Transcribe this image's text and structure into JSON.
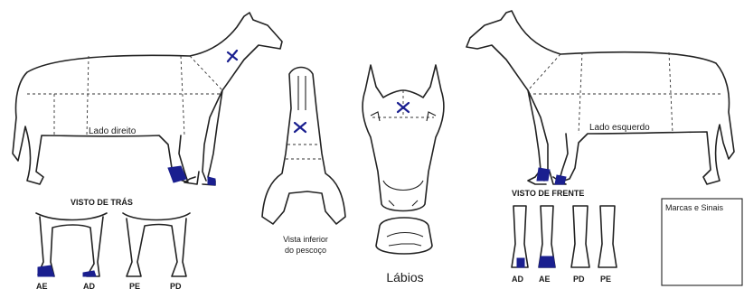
{
  "labels": {
    "right_side": "Lado direito",
    "left_side": "Lado esquerdo",
    "rear_view": "VISTO DE TRÁS",
    "front_view": "VISTO DE FRENTE",
    "neck_view_line1": "Vista inferior",
    "neck_view_line2": "do pescoço",
    "lips": "Lábios",
    "marks_box": "Marcas e Sinais"
  },
  "rear_legs": [
    "AE",
    "AD",
    "PE",
    "PD"
  ],
  "front_legs": [
    "AD",
    "AE",
    "PD",
    "PE"
  ],
  "colors": {
    "ink": "#222222",
    "marking": "#1a1f8f"
  }
}
